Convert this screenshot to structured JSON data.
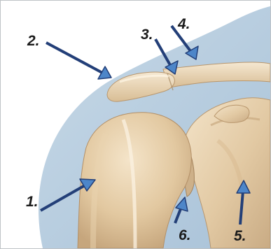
{
  "diagram": {
    "labels": [
      "1.",
      "2.",
      "3.",
      "4.",
      "5.",
      "6."
    ],
    "colors": {
      "background": "#ffffff",
      "silhouette": "#b9cfe0",
      "bone_light": "#f1dfc1",
      "bone_mid": "#dcc29a",
      "bone_dark": "#bfa07a",
      "arrow_fill": "#4d86c9",
      "arrow_stroke": "#233f78",
      "label_text": "#1b1b1b"
    }
  }
}
